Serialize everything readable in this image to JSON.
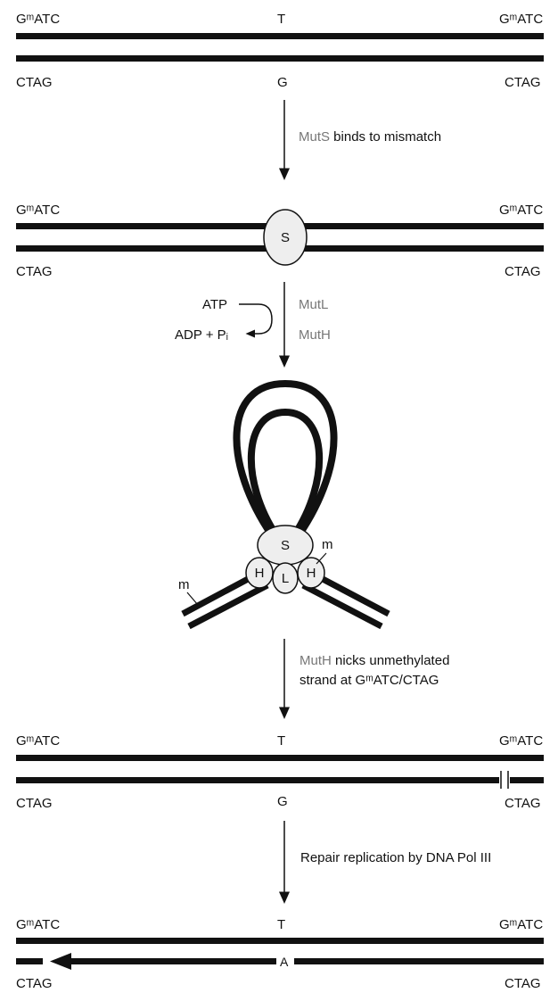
{
  "colors": {
    "strand": "#111111",
    "protein_fill": "#eeeeee",
    "protein_label": "#777777",
    "text": "#111111"
  },
  "labels": {
    "gm_atc": "GᵐATC",
    "ctag": "CTAG",
    "mismatch_top": "T",
    "mismatch_bottom": "G",
    "repaired_base": "A",
    "methyl": "m",
    "atp": "ATP",
    "adp_pi": "ADP + Pᵢ"
  },
  "proteins": {
    "muts": "MutS",
    "mutl": "MutL",
    "muth": "MutH",
    "s": "S",
    "h": "H",
    "l": "L"
  },
  "steps": {
    "step1_rest": " binds to mismatch",
    "step3_line1_rest": " nicks unmethylated",
    "step3_line2": "strand at GᵐATC/CTAG",
    "step4": "Repair replication by DNA Pol III"
  }
}
